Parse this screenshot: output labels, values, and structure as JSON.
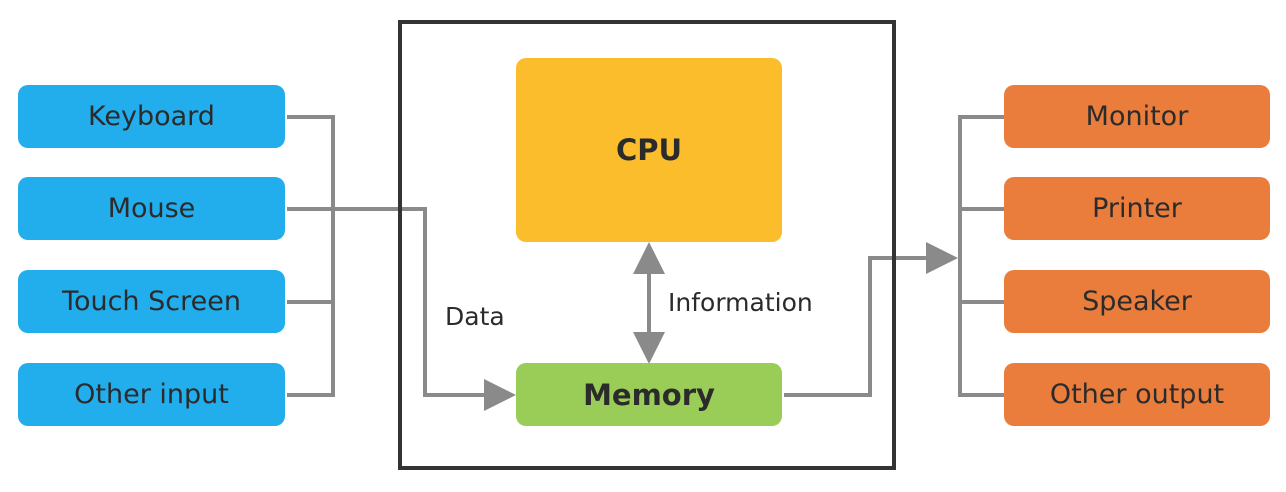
{
  "inputs": [
    "Keyboard",
    "Mouse",
    "Touch Screen",
    "Other input"
  ],
  "outputs": [
    "Monitor",
    "Printer",
    "Speaker",
    "Other output"
  ],
  "cpu": "CPU",
  "memory": "Memory",
  "labels": {
    "data": "Data",
    "information": "Information"
  },
  "colors": {
    "input": "#22aeed",
    "output": "#ea7d3b",
    "cpu": "#fbbd2c",
    "memory": "#9acd57",
    "connector": "#8a8a8a",
    "frame": "#333333"
  }
}
